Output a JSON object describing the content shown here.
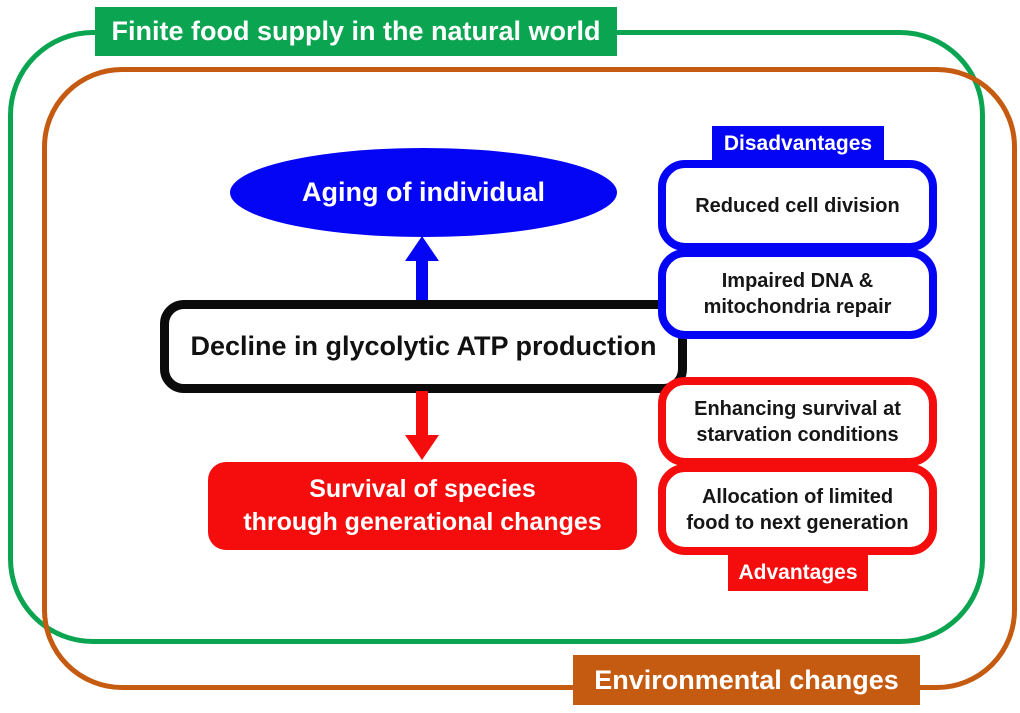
{
  "frames": {
    "outer": {
      "label": "Finite food supply in the natural world",
      "color": "#0BA551"
    },
    "inner": {
      "label": "Environmental changes",
      "color": "#C55A11"
    }
  },
  "center": {
    "aging": "Aging of individual",
    "decline": "Decline in glycolytic ATP production",
    "survival": "Survival of species\nthrough generational changes"
  },
  "disadvantages": {
    "label": "Disadvantages",
    "color": "#0505F5",
    "items": [
      "Reduced cell division",
      "Impaired DNA &\nmitochondria repair"
    ]
  },
  "advantages": {
    "label": "Advantages",
    "color": "#F50C0C",
    "items": [
      "Enhancing survival at\nstarvation conditions",
      "Allocation of limited\nfood to next generation"
    ]
  },
  "icons": {
    "up_arrow": "arrow-up-icon",
    "down_arrow": "arrow-down-icon"
  },
  "colors": {
    "ellipse_fill": "#0505F5",
    "survival_fill": "#F50C0C",
    "main_box_border": "#0b0b0b",
    "background": "#ffffff"
  }
}
